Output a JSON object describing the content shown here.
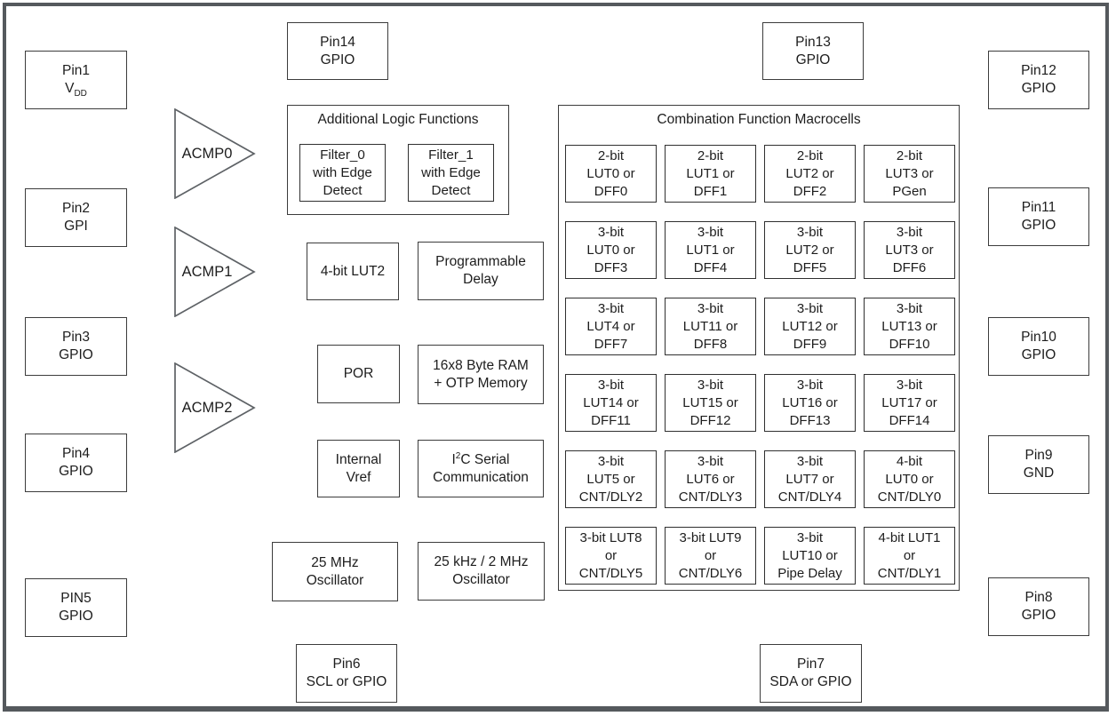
{
  "pins": {
    "left": [
      {
        "name": "Pin1",
        "func_main": "V",
        "func_sub": "DD"
      },
      {
        "name": "Pin2",
        "func": "GPI"
      },
      {
        "name": "Pin3",
        "func": "GPIO"
      },
      {
        "name": "Pin4",
        "func": "GPIO"
      },
      {
        "name": "PIN5",
        "func": "GPIO"
      }
    ],
    "top": [
      {
        "name": "Pin14",
        "func": "GPIO"
      },
      {
        "name": "Pin13",
        "func": "GPIO"
      }
    ],
    "right": [
      {
        "name": "Pin12",
        "func": "GPIO"
      },
      {
        "name": "Pin11",
        "func": "GPIO"
      },
      {
        "name": "Pin10",
        "func": "GPIO"
      },
      {
        "name": "Pin9",
        "func": "GND"
      },
      {
        "name": "Pin8",
        "func": "GPIO"
      }
    ],
    "bottom": [
      {
        "name": "Pin6",
        "func": "SCL or GPIO"
      },
      {
        "name": "Pin7",
        "func": "SDA or GPIO"
      }
    ]
  },
  "comparators": [
    {
      "label": "ACMP0"
    },
    {
      "label": "ACMP1"
    },
    {
      "label": "ACMP2"
    }
  ],
  "blocks": {
    "additional_logic": {
      "title": "Additional Logic Functions",
      "filters": [
        "Filter_0\nwith Edge\nDetect",
        "Filter_1\nwith Edge\nDetect"
      ]
    },
    "lut2": "4-bit LUT2",
    "programmable_delay": "Programmable\nDelay",
    "por": "POR",
    "ram": "16x8 Byte RAM\n+ OTP Memory",
    "vref": "Internal\nVref",
    "i2c": {
      "base": "I",
      "sup": "2",
      "rest": "C Serial",
      "line2": "Communication"
    },
    "osc_25mhz": "25 MHz\nOscillator",
    "osc_25khz": "25 kHz / 2 MHz\nOscillator",
    "macrocells": {
      "title": "Combination Function Macrocells",
      "cells": [
        "2-bit\nLUT0 or\nDFF0",
        "2-bit\nLUT1 or\nDFF1",
        "2-bit\nLUT2 or\nDFF2",
        "2-bit\nLUT3 or\nPGen",
        "3-bit\nLUT0 or\nDFF3",
        "3-bit\nLUT1 or\nDFF4",
        "3-bit\nLUT2 or\nDFF5",
        "3-bit\nLUT3 or\nDFF6",
        "3-bit\nLUT4 or\nDFF7",
        "3-bit\nLUT11 or\nDFF8",
        "3-bit\nLUT12 or\nDFF9",
        "3-bit\nLUT13 or\nDFF10",
        "3-bit\nLUT14 or\nDFF11",
        "3-bit\nLUT15 or\nDFF12",
        "3-bit\nLUT16 or\nDFF13",
        "3-bit\nLUT17 or\nDFF14",
        "3-bit\nLUT5 or\nCNT/DLY2",
        "3-bit\nLUT6 or\nCNT/DLY3",
        "3-bit\nLUT7 or\nCNT/DLY4",
        "4-bit\nLUT0 or\nCNT/DLY0",
        "3-bit LUT8\nor\nCNT/DLY5",
        "3-bit LUT9\nor\nCNT/DLY6",
        "3-bit\nLUT10 or\nPipe Delay",
        "4-bit LUT1\nor\nCNT/DLY1"
      ]
    }
  },
  "colors": {
    "frame_border": "#55595d",
    "box_border": "#3c3c3c",
    "text": "#1d1d1d",
    "background": "#ffffff"
  }
}
